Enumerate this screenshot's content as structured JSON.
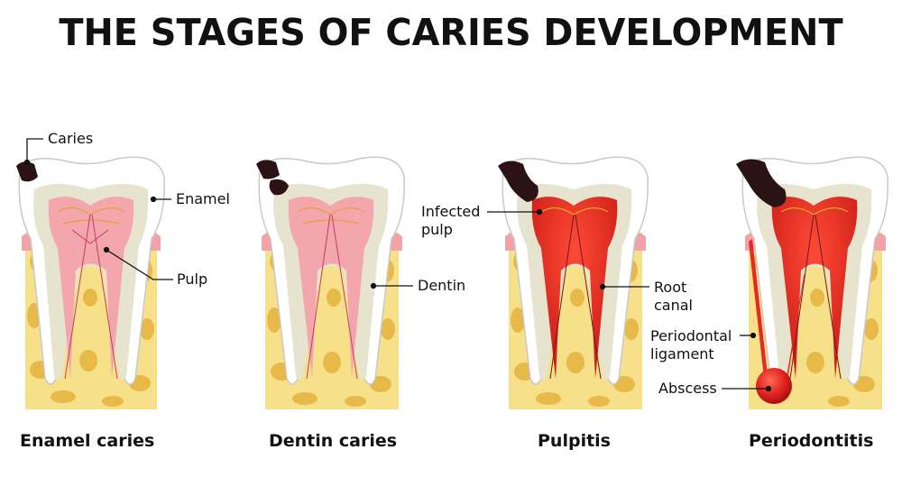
{
  "title": "THE STAGES OF CARIES DEVELOPMENT",
  "stages": [
    {
      "name": "Enamel caries"
    },
    {
      "name": "Dentin caries"
    },
    {
      "name": "Pulpitis"
    },
    {
      "name": "Periodontitis"
    }
  ],
  "labels": {
    "caries": "Caries",
    "enamel": "Enamel",
    "pulp": "Pulp",
    "dentin": "Dentin",
    "infected_pulp_line1": "Infected",
    "infected_pulp_line2": "pulp",
    "root_canal_line1": "Root",
    "root_canal_line2": "canal",
    "periodontal_ligament_line1": "Periodontal",
    "periodontal_ligament_line2": "ligament",
    "abscess": "Abscess"
  },
  "colors": {
    "bone": "#f6e08a",
    "bone_holes": "#e7b948",
    "gum": "#f2a3a8",
    "enamel": "#ffffff",
    "dentin": "#e6e3cf",
    "pulp": "#f3a7ad",
    "infected_pulp": "#e42a22",
    "caries": "#2b1214",
    "abscess": "#e3231f"
  }
}
